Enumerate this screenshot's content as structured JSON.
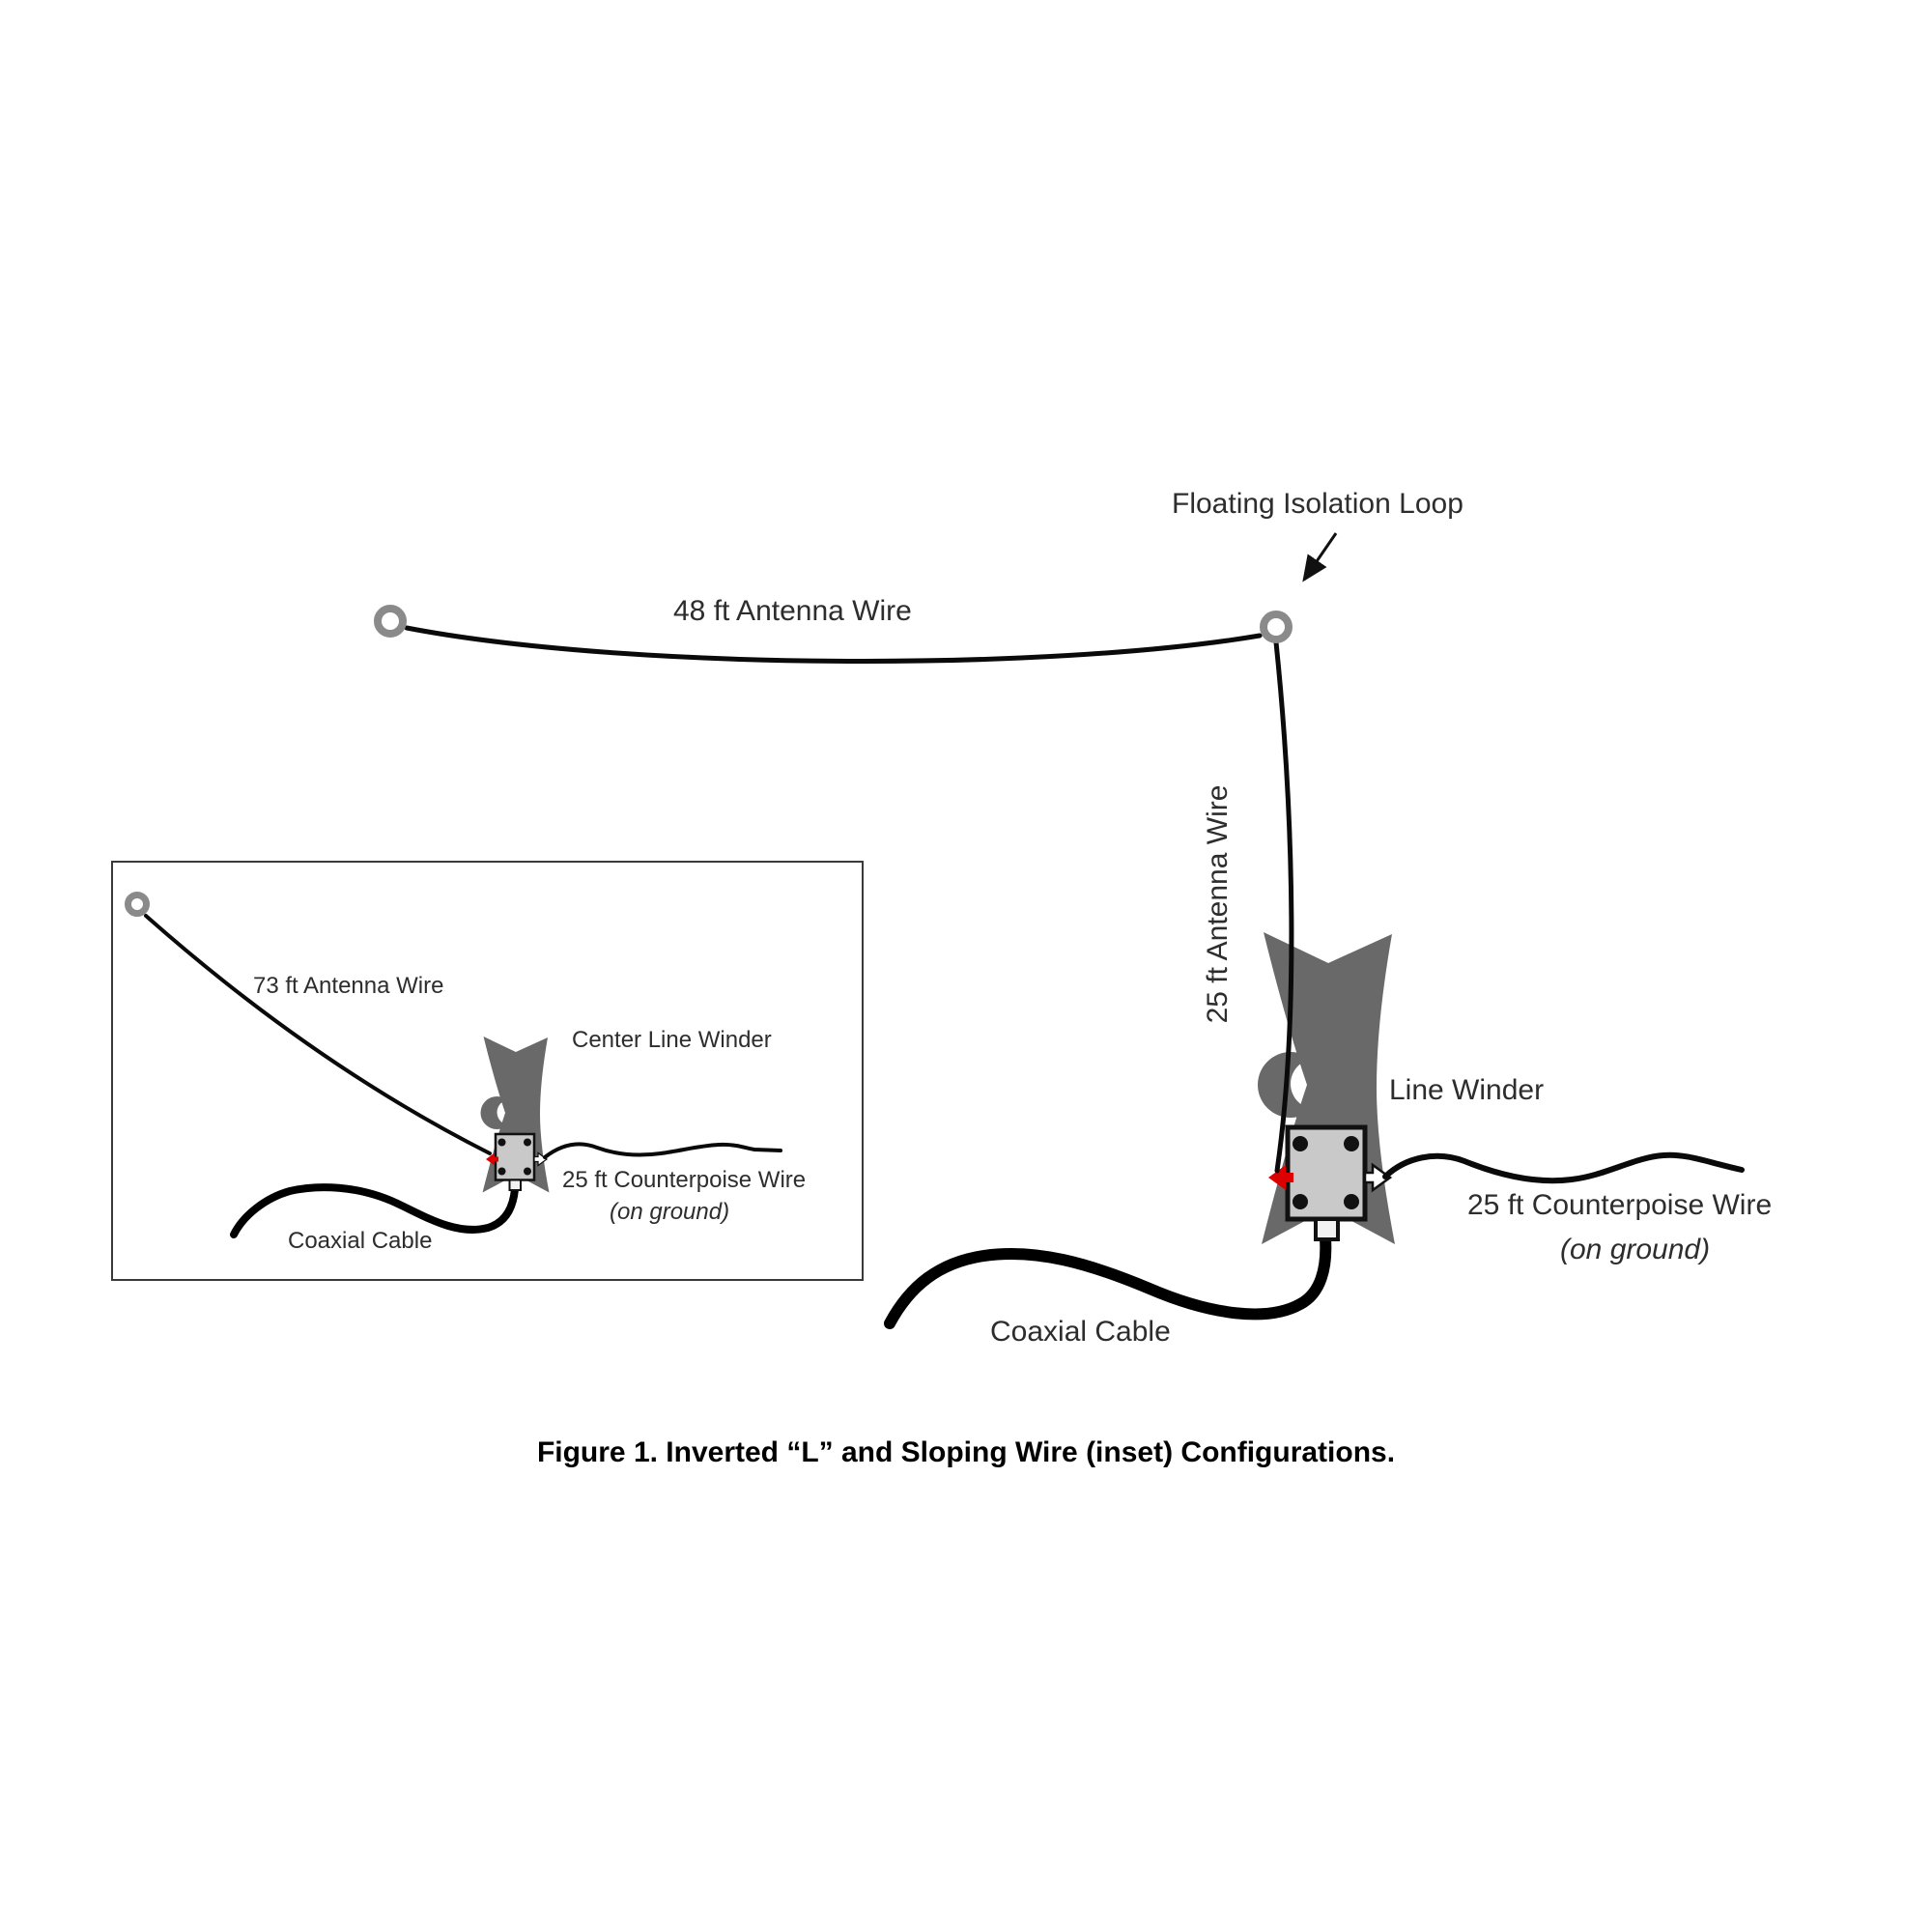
{
  "figure": {
    "caption": "Figure 1. Inverted “L” and Sloping Wire (inset) Configurations.",
    "main": {
      "floating_isolation_loop": "Floating Isolation Loop",
      "antenna_wire_48": "48 ft Antenna Wire",
      "antenna_wire_25": "25 ft Antenna Wire",
      "line_winder": "Line Winder",
      "counterpoise_25": "25 ft Counterpoise Wire",
      "on_ground": "(on ground)",
      "coaxial_cable": "Coaxial Cable"
    },
    "inset": {
      "antenna_wire_73": "73 ft Antenna Wire",
      "center_line_winder": "Center Line Winder",
      "counterpoise_25": "25 ft Counterpoise Wire",
      "on_ground": "(on ground)",
      "coaxial_cable": "Coaxial Cable"
    },
    "colors": {
      "winder": "#696969",
      "box": "#c9c9c9",
      "ring": "#8a8a8a",
      "red": "#dd0000",
      "wire": "#0a0a0a",
      "text": "#2d2d2d",
      "border": "#3a3a3a"
    }
  }
}
